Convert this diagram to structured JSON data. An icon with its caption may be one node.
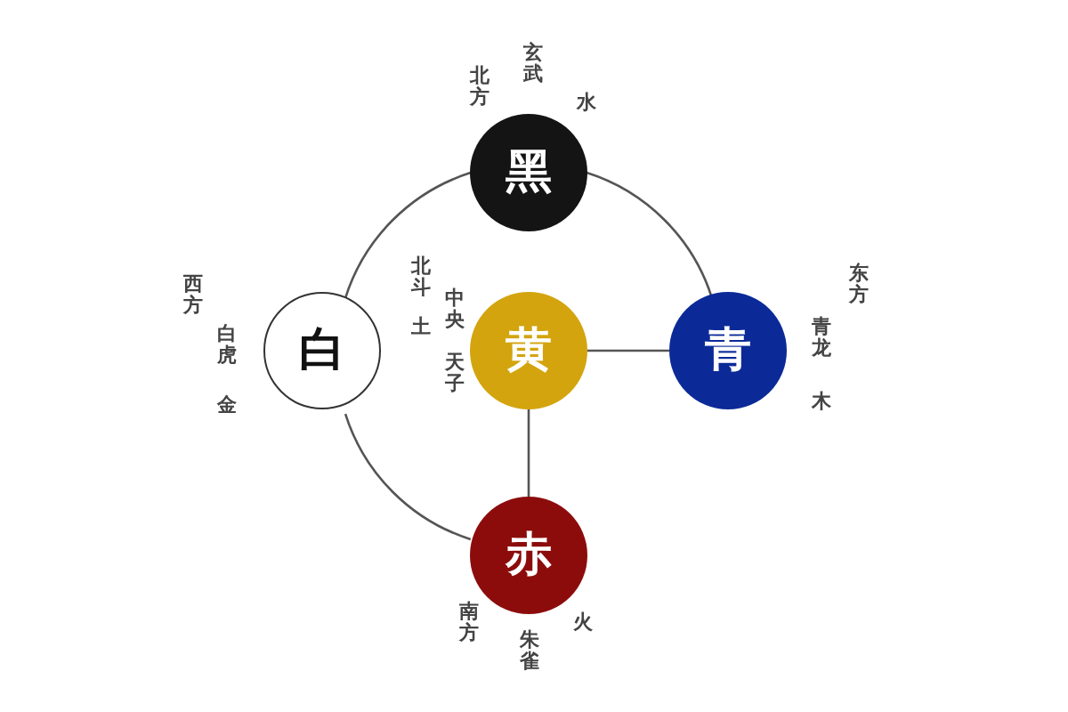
{
  "diagram": {
    "nodes": [
      {
        "text": [
          "黑"
        ],
        "beside": [
          "北方",
          "玄武",
          "水"
        ]
      },
      {
        "text": [
          "白"
        ],
        "beside": [
          "西方",
          "白虎",
          "金"
        ]
      },
      {
        "text": [
          "黄"
        ],
        "beside": [
          "北斗",
          "土",
          "中央",
          "天子"
        ]
      },
      {
        "text": [
          "青"
        ],
        "beside": [
          "东方",
          "青龙",
          "木"
        ]
      },
      {
        "text": [
          "赤"
        ],
        "beside": [
          "南方",
          "朱雀",
          "火"
        ]
      }
    ],
    "edges": [
      {
        "from": 0,
        "to": 1,
        "arrow": "none"
      },
      {
        "from": 0,
        "to": 3,
        "arrow": "none"
      },
      {
        "from": 1,
        "to": 4,
        "arrow": "none"
      },
      {
        "from": 2,
        "to": 3,
        "arrow": "none"
      },
      {
        "from": 2,
        "to": 4,
        "arrow": "none"
      }
    ]
  }
}
